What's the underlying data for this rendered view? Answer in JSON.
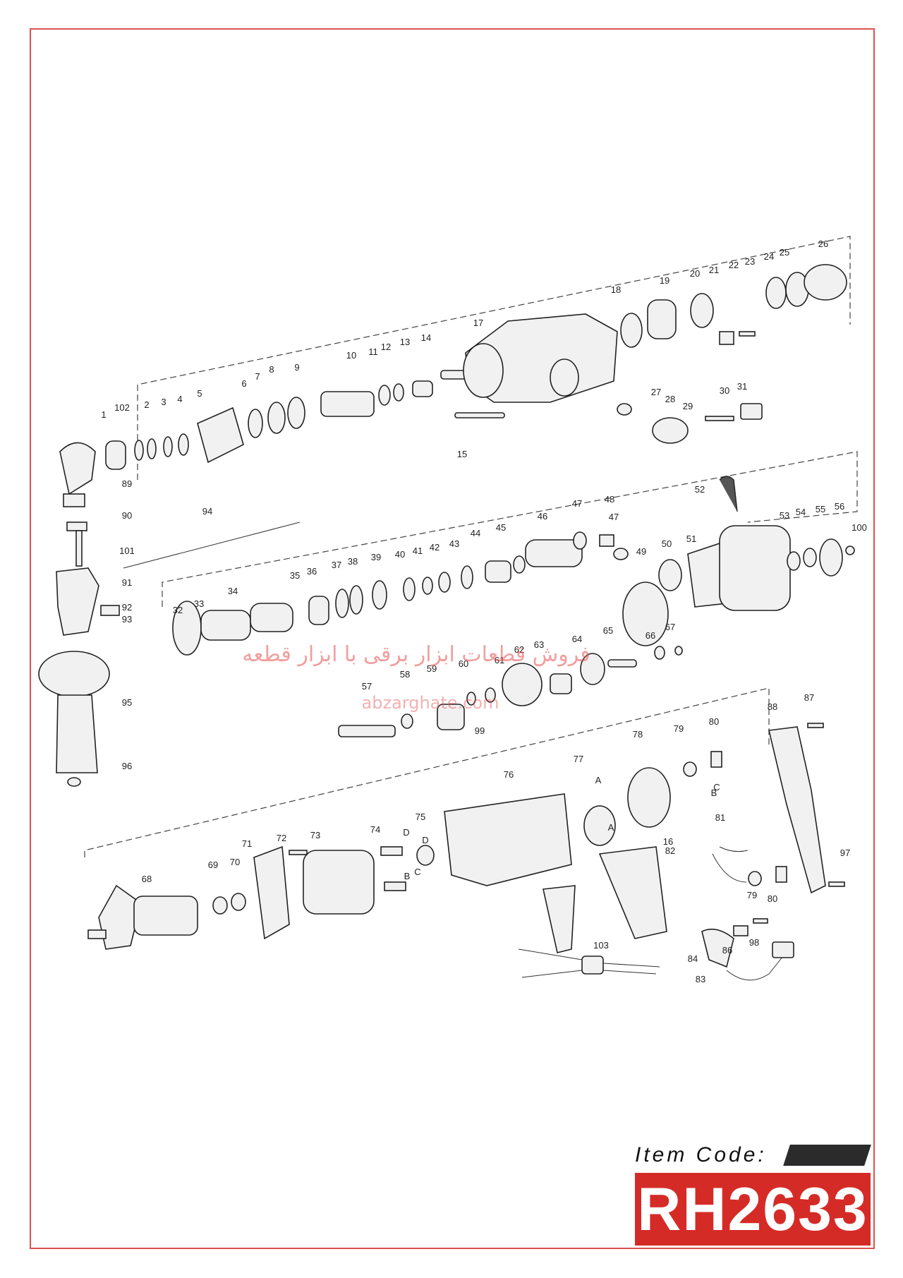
{
  "labels": [
    "1",
    "102",
    "2",
    "3",
    "4",
    "5",
    "6",
    "7",
    "8",
    "9",
    "10",
    "11",
    "12",
    "13",
    "14",
    "15",
    "17",
    "18",
    "19",
    "20",
    "21",
    "22",
    "23",
    "24",
    "25",
    "26",
    "27",
    "28",
    "29",
    "30",
    "31",
    "89",
    "90",
    "101",
    "91",
    "92",
    "93",
    "95",
    "96",
    "94",
    "32",
    "33",
    "34",
    "35",
    "36",
    "37",
    "38",
    "39",
    "40",
    "41",
    "42",
    "43",
    "44",
    "45",
    "46",
    "47",
    "48",
    "47",
    "49",
    "50",
    "51",
    "52",
    "53",
    "54",
    "55",
    "56",
    "100",
    "57",
    "58",
    "59",
    "60",
    "61",
    "62",
    "63",
    "64",
    "65",
    "66",
    "67",
    "99",
    "68",
    "69",
    "70",
    "71",
    "72",
    "73",
    "74",
    "75",
    "76",
    "77",
    "78",
    "79",
    "80",
    "88",
    "87",
    "81",
    "82",
    "79",
    "80",
    "97",
    "16",
    "84",
    "86",
    "98",
    "83",
    "103",
    "A",
    "C",
    "B",
    "D",
    "A",
    "D",
    "B",
    "C"
  ],
  "watermark": {
    "persian": "فروش قطعات ابزار برقی با ابزار قطعه",
    "url": "abzarghate.com"
  },
  "item_code": {
    "label": "Item Code:",
    "value": "RH2633"
  },
  "colors": {
    "frame": "#d9534f",
    "code_box": "#d52b27",
    "code_text": "#ffffff"
  }
}
